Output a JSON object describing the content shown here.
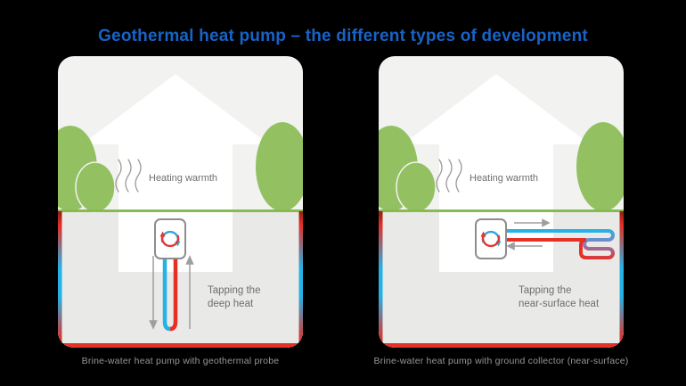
{
  "title": "Geothermal heat pump – the different types of development",
  "panels": [
    {
      "name": "deep-heat",
      "heating_label": "Heating warmth",
      "tapping_line1": "Tapping the",
      "tapping_line2": "deep heat",
      "caption": "Brine-water heat pump with geothermal probe"
    },
    {
      "name": "near-surface-heat",
      "heating_label": "Heating warmth",
      "tapping_line1": "Tapping the",
      "tapping_line2": "near-surface heat",
      "caption": "Brine-water heat pump with ground collector (near-surface)"
    }
  ],
  "icons": {
    "heat_pump": "refrigerant-cycle-icon",
    "heating": "heat-wave-icon",
    "deep_probe": "borehole-u-pipe-icon",
    "collector": "ground-collector-coil-icon",
    "flow_down": "down-arrow-icon",
    "flow_up": "up-arrow-icon",
    "flow_right": "right-arrow-icon",
    "flow_left": "left-arrow-icon"
  },
  "colors": {
    "background": "#000000",
    "title_blue": "#1863c6",
    "card_bg": "#f2f2f0",
    "ground_bg": "#e9e9e7",
    "house_white": "#ffffff",
    "vegetation_green": "#93c162",
    "ground_line_green": "#86bb4f",
    "pipe_blue": "#25b2e6",
    "pipe_red": "#e53026",
    "label_gray": "#6e6e6e",
    "caption_gray": "#969696"
  }
}
